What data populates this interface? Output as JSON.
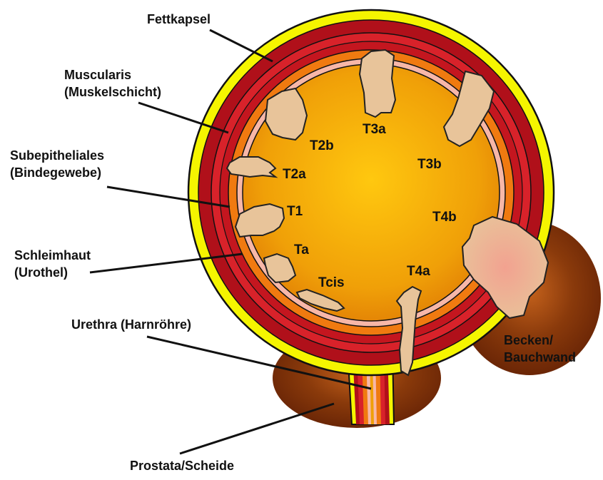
{
  "labels": {
    "fettkapsel": "Fettkapsel",
    "muscularis_1": "Muscularis",
    "muscularis_2": "(Muskelschicht)",
    "subepithel_1": "Subepitheliales",
    "subepithel_2": "(Bindegewebe)",
    "schleimhaut_1": "Schleimhaut",
    "schleimhaut_2": "(Urothel)",
    "urethra": "Urethra (Harnröhre)",
    "prostata": "Prostata/Scheide",
    "becken_1": "Becken/",
    "becken_2": "Bauchwand"
  },
  "stages": {
    "t3a": "T3a",
    "t2b": "T2b",
    "t2a": "T2a",
    "t3b": "T3b",
    "t1": "T1",
    "t4b": "T4b",
    "ta": "Ta",
    "t4a": "T4a",
    "tcis": "Tcis"
  },
  "colors": {
    "fat": "#f5f500",
    "muscle_outer": "#b0101a",
    "muscle_inner": "#d8222a",
    "orange_layer": "#f07a10",
    "pink_layer": "#f7b7a8",
    "lumen_center": "#ffcc10",
    "lumen_edge": "#e07f05",
    "tumor": "#e8c49a",
    "organ": "#7a2e08"
  }
}
